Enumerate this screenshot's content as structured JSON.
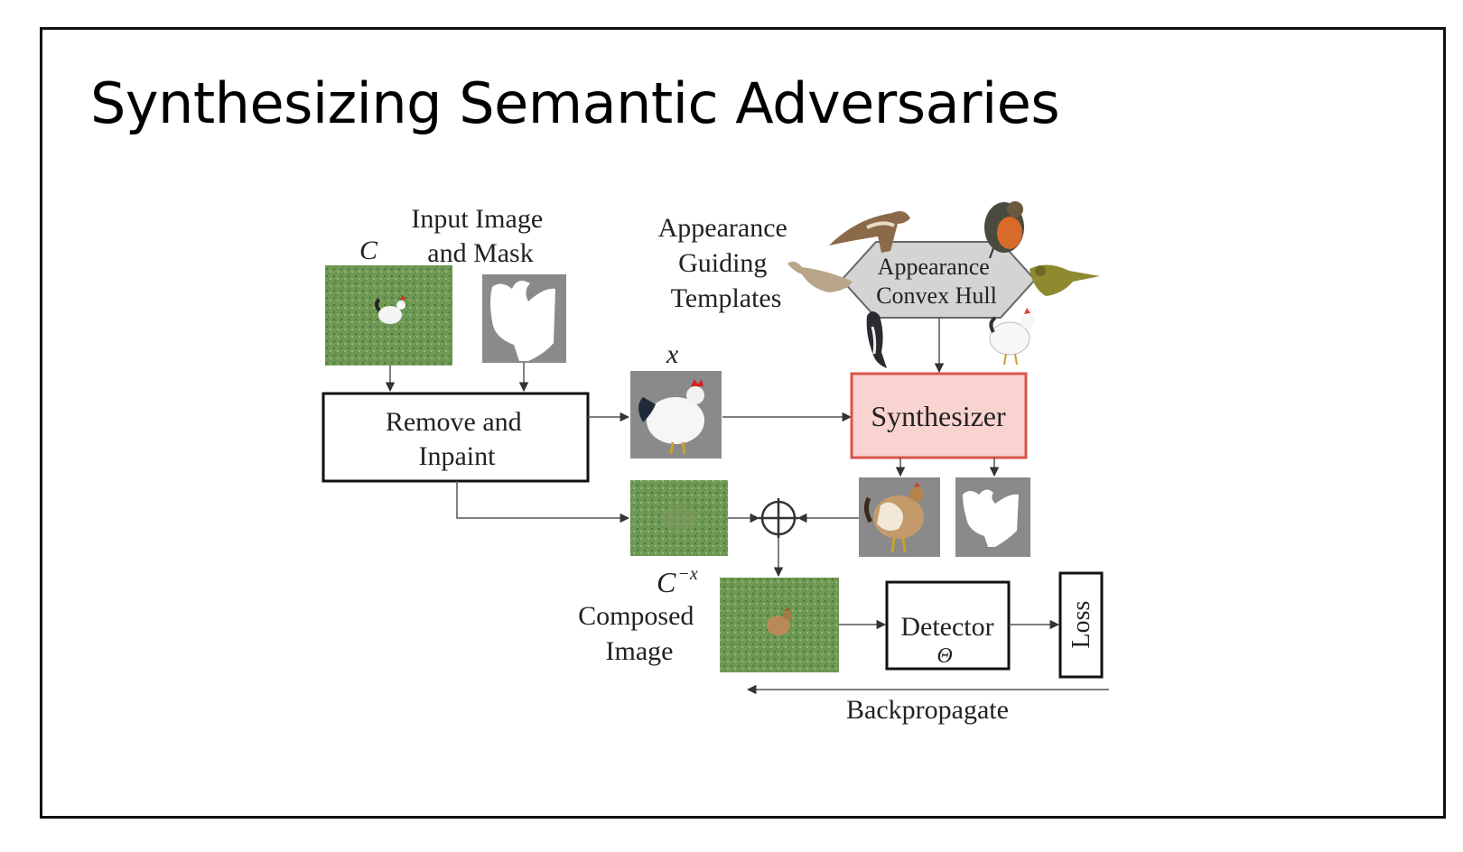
{
  "slide": {
    "title": "Synthesizing Semantic Adversaries"
  },
  "diagram": {
    "label_c": "C",
    "input_label": [
      "Input Image",
      "and Mask"
    ],
    "appearance_label": [
      "Appearance",
      "Guiding",
      "Templates"
    ],
    "hull_label": [
      "Appearance",
      "Convex Hull"
    ],
    "label_x": "x",
    "remove_inpaint_label": [
      "Remove and",
      "Inpaint"
    ],
    "synthesizer_label": "Synthesizer",
    "label_c_minus_x": "C",
    "label_c_minus_x_sup": "−x",
    "composed_label": [
      "Composed",
      "Image"
    ],
    "detector_label": "Detector",
    "detector_param": "Θ",
    "loss_label": "Loss",
    "backprop_label": "Backpropagate",
    "colors": {
      "synthesizer_fill": "#f8d3cf",
      "synthesizer_stroke": "#d9544a",
      "hull_fill": "#d4d4d4",
      "grass": "#6f9a55",
      "mask_bg": "#8a8a8a"
    }
  }
}
